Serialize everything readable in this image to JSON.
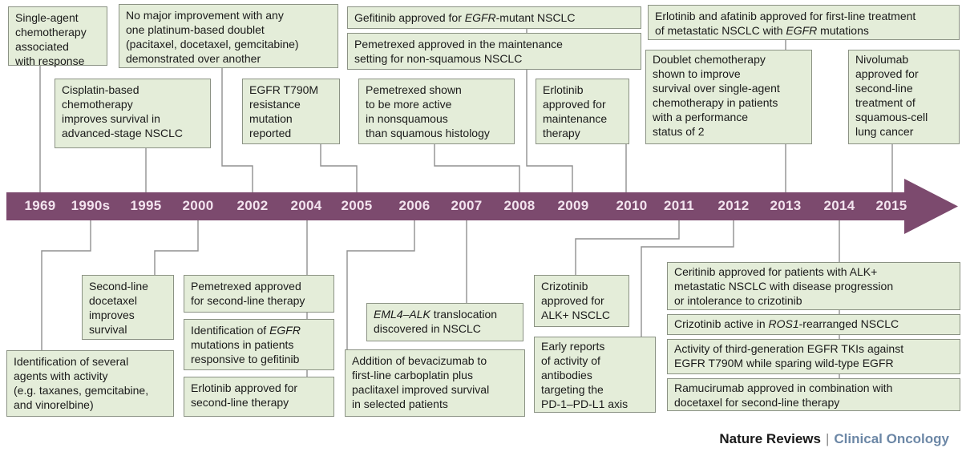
{
  "colors": {
    "band": "#7C4A6E",
    "box_fill": "#E4EDD9",
    "box_border": "#8B9284",
    "connector": "#909090",
    "year_text": "#F2E3EE",
    "footer_publication": "#6C87A6"
  },
  "timeline": {
    "years": [
      "1969",
      "1990s",
      "1995",
      "2000",
      "2002",
      "2004",
      "2005",
      "2006",
      "2007",
      "2008",
      "2009",
      "2010",
      "2011",
      "2012",
      "2013",
      "2014",
      "2015"
    ]
  },
  "boxes": {
    "single_agent": {
      "year": "1969",
      "text": "Single-agent\nchemotherapy\nassociated\nwith response"
    },
    "cisplatin": {
      "year": "1995",
      "text": "Cisplatin-based\nchemotherapy\nimproves survival in\nadvanced-stage NSCLC"
    },
    "no_major": {
      "year": "2002",
      "text": "No major improvement with any\none platinum-based doublet\n(pacitaxel, docetaxel, gemcitabine)\ndemonstrated over another"
    },
    "t790m": {
      "year": "2005",
      "text": "EGFR T790M\nresistance\nmutation\nreported"
    },
    "gefitinib_egfr": {
      "year": "2009",
      "text": "Gefitinib approved for EGFR-mutant NSCLC",
      "segments": [
        {
          "t": "Gefitinib approved for "
        },
        {
          "t": "EGFR",
          "i": true
        },
        {
          "t": "-mutant NSCLC"
        }
      ]
    },
    "pem_maintenance": {
      "year": "2009",
      "text": "Pemetrexed approved in the maintenance\nsetting for non-squamous NSCLC"
    },
    "pem_nonsquamous": {
      "year": "2008",
      "text": "Pemetrexed shown\nto be more active\nin nonsquamous\nthan squamous histology"
    },
    "erlotinib_maintenance": {
      "year": "2010",
      "text": "Erlotinib\napproved for\nmaintenance\ntherapy"
    },
    "erlotinib_afatinib": {
      "year": "2013",
      "text": "Erlotinib and afatinib approved for first-line treatment of metastatic NSCLC with EGFR mutations",
      "segments": [
        {
          "t": "Erlotinib and afatinib approved for first-line treatment\nof metastatic NSCLC with "
        },
        {
          "t": "EGFR",
          "i": true
        },
        {
          "t": " mutations"
        }
      ]
    },
    "doublet": {
      "year": "2013",
      "text": "Doublet chemotherapy\nshown to improve\nsurvival over single-agent\nchemotherapy in patients\nwith a performance\nstatus of 2"
    },
    "nivolumab": {
      "year": "2015",
      "text": "Nivolumab\napproved for\nsecond-line\ntreatment of\nsquamous-cell\nlung cancer"
    },
    "several_agents": {
      "year": "1990s",
      "text": "Identification of several\nagents with activity\n(e.g. taxanes, gemcitabine,\nand vinorelbine)"
    },
    "docetaxel_secondline": {
      "year": "2000",
      "text": "Second-line\ndocetaxel\nimproves\nsurvival"
    },
    "pem_secondline": {
      "year": "2004",
      "text": "Pemetrexed approved\nfor second-line therapy"
    },
    "egfr_mutations": {
      "year": "2004",
      "text": "Identification of EGFR\nmutations in patients\nresponsive to gefitinib",
      "segments": [
        {
          "t": "Identification of "
        },
        {
          "t": "EGFR",
          "i": true
        },
        {
          "t": "\nmutations in patients\nresponsive to gefitinib"
        }
      ]
    },
    "erlotinib_secondline": {
      "year": "2004",
      "text": "Erlotinib approved for\nsecond-line therapy"
    },
    "eml4_alk": {
      "year": "2007",
      "text": "EML4–ALK translocation\ndiscovered in NSCLC",
      "segments": [
        {
          "t": "EML4–ALK",
          "i": true
        },
        {
          "t": " translocation\ndiscovered in NSCLC"
        }
      ]
    },
    "bevacizumab": {
      "year": "2006",
      "text": "Addition of bevacizumab to\nfirst-line carboplatin plus\npaclitaxel improved survival\nin selected patients"
    },
    "crizotinib_alk": {
      "year": "2011",
      "text": "Crizotinib\napproved for\nALK+ NSCLC"
    },
    "pd1_pdl1": {
      "year": "2012",
      "text": "Early reports\nof activity of\nantibodies\ntargeting the\nPD-1–PD-L1 axis"
    },
    "ceritinib": {
      "year": "2014",
      "text": "Ceritinib approved for patients with ALK+\nmetastatic NSCLC with disease progression\nor intolerance to crizotinib"
    },
    "crizotinib_ros1": {
      "year": "2014",
      "text": "Crizotinib active in ROS1-rearranged NSCLC",
      "segments": [
        {
          "t": "Crizotinib active in "
        },
        {
          "t": "ROS1",
          "i": true
        },
        {
          "t": "-rearranged NSCLC"
        }
      ]
    },
    "third_gen_tki": {
      "year": "2014",
      "text": "Activity of third-generation EGFR TKIs against\nEGFR T790M while sparing wild-type EGFR"
    },
    "ramucirumab": {
      "year": "2014",
      "text": "Ramucirumab approved in combination with\ndocetaxel for second-line therapy"
    }
  },
  "footer": {
    "journal": "Nature Reviews",
    "separator": "|",
    "publication": "Clinical Oncology"
  }
}
